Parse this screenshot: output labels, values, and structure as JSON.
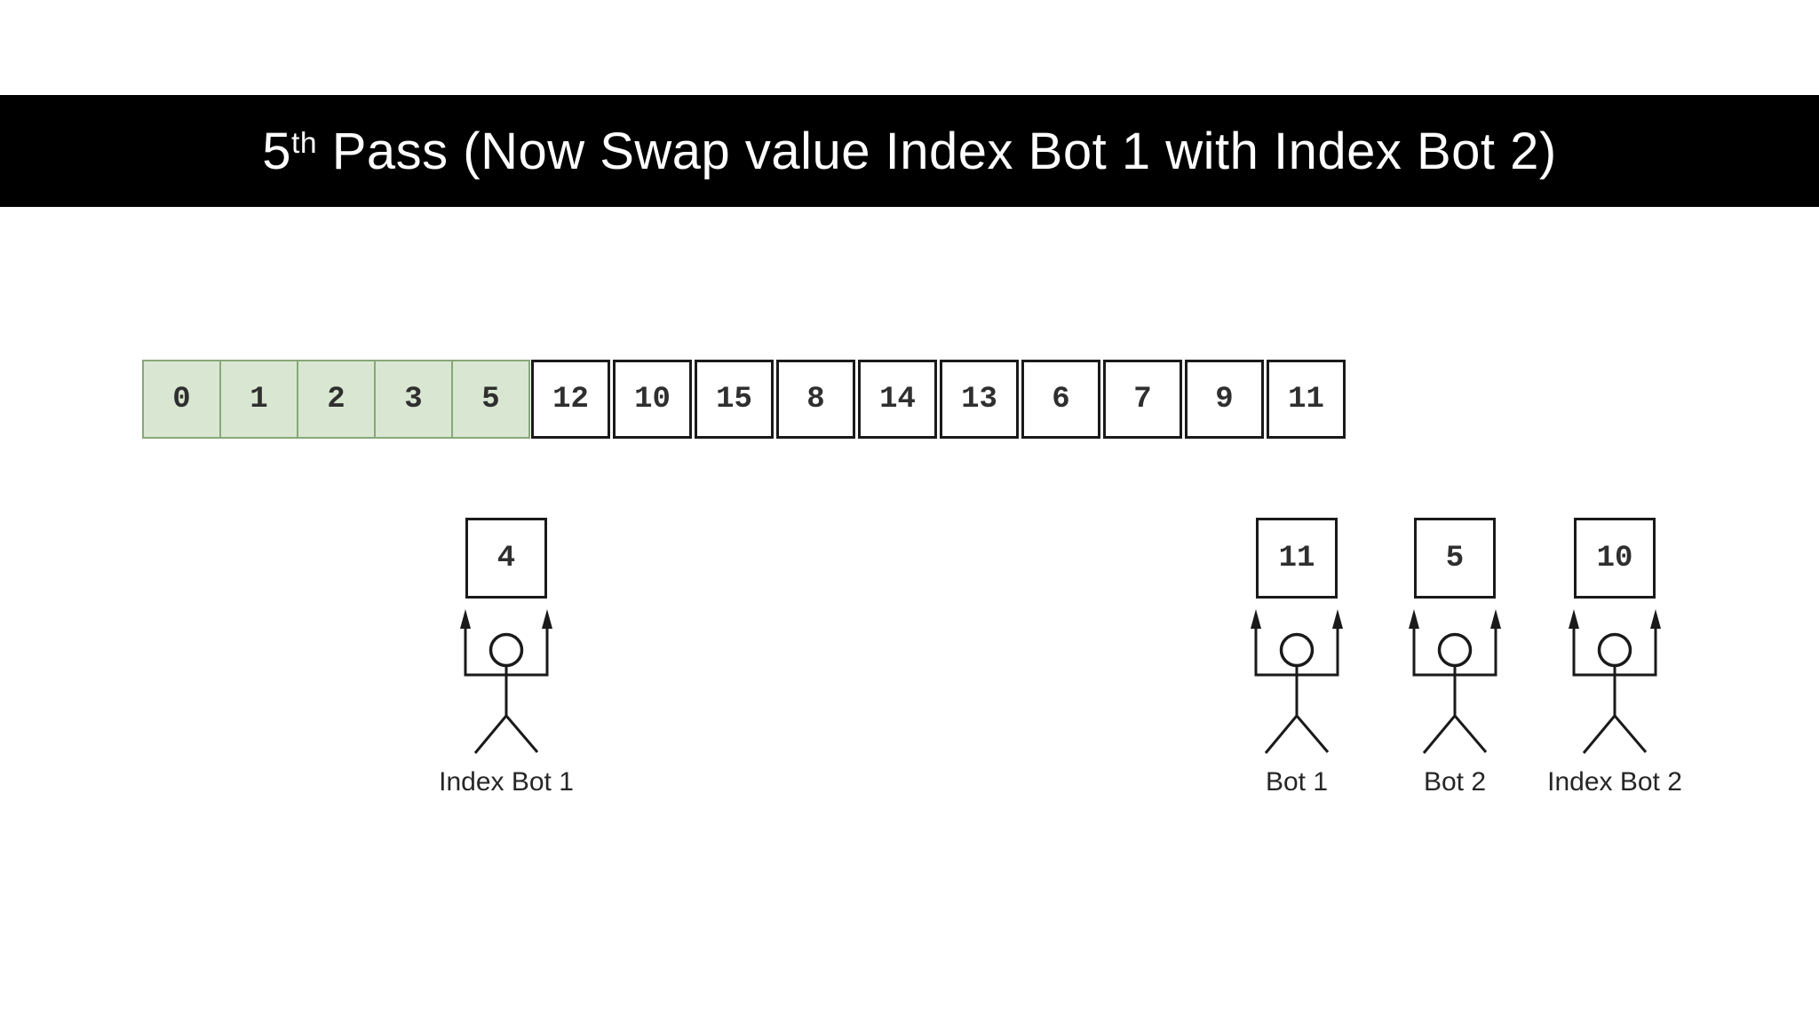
{
  "banner": {
    "title_number": "5",
    "title_ordinal": "th",
    "title_rest": " Pass (Now Swap value Index Bot 1 with Index Bot 2)"
  },
  "array": {
    "cells": [
      {
        "value": "0",
        "sorted": true
      },
      {
        "value": "1",
        "sorted": true
      },
      {
        "value": "2",
        "sorted": true
      },
      {
        "value": "3",
        "sorted": true
      },
      {
        "value": "5",
        "sorted": true
      },
      {
        "value": "12",
        "sorted": false
      },
      {
        "value": "10",
        "sorted": false
      },
      {
        "value": "15",
        "sorted": false
      },
      {
        "value": "8",
        "sorted": false
      },
      {
        "value": "14",
        "sorted": false
      },
      {
        "value": "13",
        "sorted": false
      },
      {
        "value": "6",
        "sorted": false
      },
      {
        "value": "7",
        "sorted": false
      },
      {
        "value": "9",
        "sorted": false
      },
      {
        "value": "11",
        "sorted": false
      }
    ]
  },
  "bots": [
    {
      "label": "Index Bot 1",
      "held_value": "4"
    },
    {
      "label": "Bot 1",
      "held_value": "11"
    },
    {
      "label": "Bot 2",
      "held_value": "5"
    },
    {
      "label": "Index Bot 2",
      "held_value": "10"
    }
  ],
  "colors": {
    "banner_bg": "#000000",
    "banner_text": "#ffffff",
    "sorted_cell_fill": "#d9e7d2",
    "sorted_cell_border": "#87a878",
    "unsorted_cell_border": "#1a1a1a"
  }
}
